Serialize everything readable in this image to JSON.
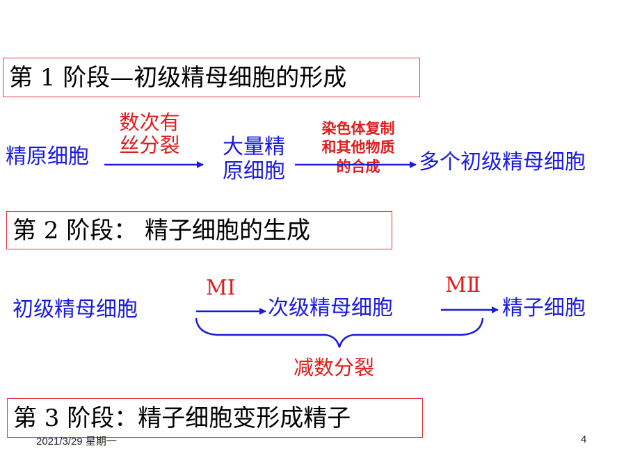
{
  "stage1": {
    "title": "第 1 阶段—初级精母细胞的形成",
    "start": "精原细胞",
    "label1_line1": "数次有",
    "label1_line2": "丝分裂",
    "mid_line1": "大量精",
    "mid_line2": "原细胞",
    "label2_line1": "染色体复制",
    "label2_line2": "和其他物质",
    "label2_line3": "的合成",
    "end": "多个初级精母细胞"
  },
  "stage2": {
    "title": "第 2 阶段：  精子细胞的生成",
    "start": "初级精母细胞",
    "label1": "MⅠ",
    "mid": "次级精母细胞",
    "label2": "MⅡ",
    "end": "精子细胞",
    "brace_label": "减数分裂"
  },
  "stage3": {
    "title": "第 3 阶段：精子细胞变形成精子"
  },
  "footer": {
    "date": "2021/3/29 星期一",
    "page": "4"
  },
  "colors": {
    "box_border": "#e8323a",
    "blue_text": "#1a1ae0",
    "red_text": "#e01b1b"
  }
}
